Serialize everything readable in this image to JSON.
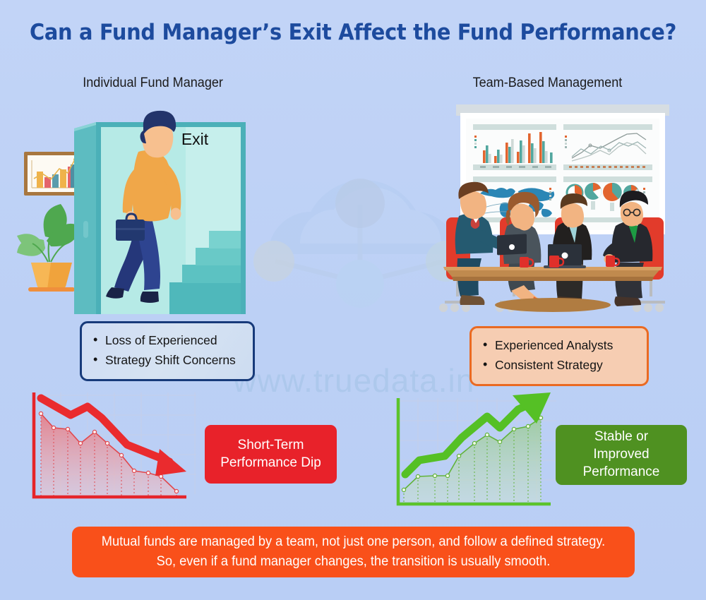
{
  "theme": {
    "background": "#bcd0f5",
    "title_color": "#1d4b9e",
    "negative_color": "#e8222a",
    "positive_color": "#4f9121",
    "banner_color": "#f9501a",
    "left_box_border": "#173a7a",
    "right_box_border": "#ea6a22",
    "right_box_fill": "#f6cdb2"
  },
  "header": {
    "title": "Can a Fund Manager’s Exit Affect the Fund Performance?"
  },
  "watermark": {
    "url": "www.truedata.in",
    "graphic": "network-nodes-cloud-icon"
  },
  "columns": {
    "left": {
      "heading": "Individual Fund Manager",
      "illustration": "man-with-briefcase-leaving-through-exit-door",
      "exit_sign": "Exit",
      "props": [
        "framed-bar-chart-picture",
        "potted-monstera-plant",
        "staircase"
      ],
      "bullets": [
        "Loss of Experienced",
        "Strategy Shift Concerns"
      ],
      "result": "Short-Term\nPerformance Dip",
      "result_lines": [
        "Short-Term",
        "Performance Dip"
      ]
    },
    "right": {
      "heading": "Team-Based Management",
      "illustration": "four-analysts-at-conference-table-with-dashboard-screen",
      "props": [
        "dashboard-bar-chart",
        "dashboard-line-chart",
        "dashboard-world-map",
        "dashboard-pie-charts",
        "laptops",
        "red-coffee-mugs"
      ],
      "bullets": [
        "Experienced Analysts",
        "Consistent Strategy"
      ],
      "result": "Stable or\nImproved\nPerformance",
      "result_lines": [
        "Stable or",
        "Improved",
        "Performance"
      ]
    }
  },
  "footer": {
    "note": "Mutual funds are managed by a team, not just one person, and follow a defined strategy. So, even if a fund manager changes, the transition is usually smooth."
  },
  "chart_data": [
    {
      "type": "area",
      "id": "declining-performance-chart",
      "title": "Short-Term Performance Dip",
      "series_color": "#e8222a",
      "fill": "rgba(232,34,42,0.28)",
      "grid": true,
      "legend": "none",
      "xlabel": "",
      "ylabel": "",
      "x": [
        0,
        1,
        2,
        3,
        4,
        5,
        6,
        7,
        8,
        9,
        10
      ],
      "values": [
        88,
        76,
        75,
        63,
        73,
        63,
        51,
        38,
        36,
        33,
        20
      ],
      "ylim": [
        0,
        100
      ],
      "arrow": "downward-red-arrow",
      "annotation": "Short-Term Performance Dip"
    },
    {
      "type": "area",
      "id": "improving-performance-chart",
      "title": "Stable or Improved Performance",
      "series_color": "#55b02a",
      "fill": "rgba(120,190,80,0.30)",
      "grid": true,
      "legend": "none",
      "xlabel": "",
      "ylabel": "",
      "x": [
        0,
        1,
        2,
        3,
        4,
        5,
        6,
        7,
        8,
        9,
        10
      ],
      "values": [
        15,
        33,
        34,
        34,
        48,
        57,
        64,
        55,
        68,
        71,
        82
      ],
      "ylim": [
        0,
        100
      ],
      "arrow": "upward-green-arrow",
      "annotation": "Stable or Improved Performance"
    },
    {
      "type": "bar",
      "id": "framed-wall-chart",
      "title": "",
      "categories": [
        "1",
        "2",
        "3",
        "4",
        "5"
      ],
      "values": [
        55,
        34,
        46,
        60,
        78
      ],
      "colors": [
        "#f0b34a",
        "#e4656a",
        "#5a9cad",
        "#e4656a",
        "#4f8fa3"
      ],
      "overlay_line": true,
      "ylim": [
        0,
        100
      ]
    }
  ]
}
